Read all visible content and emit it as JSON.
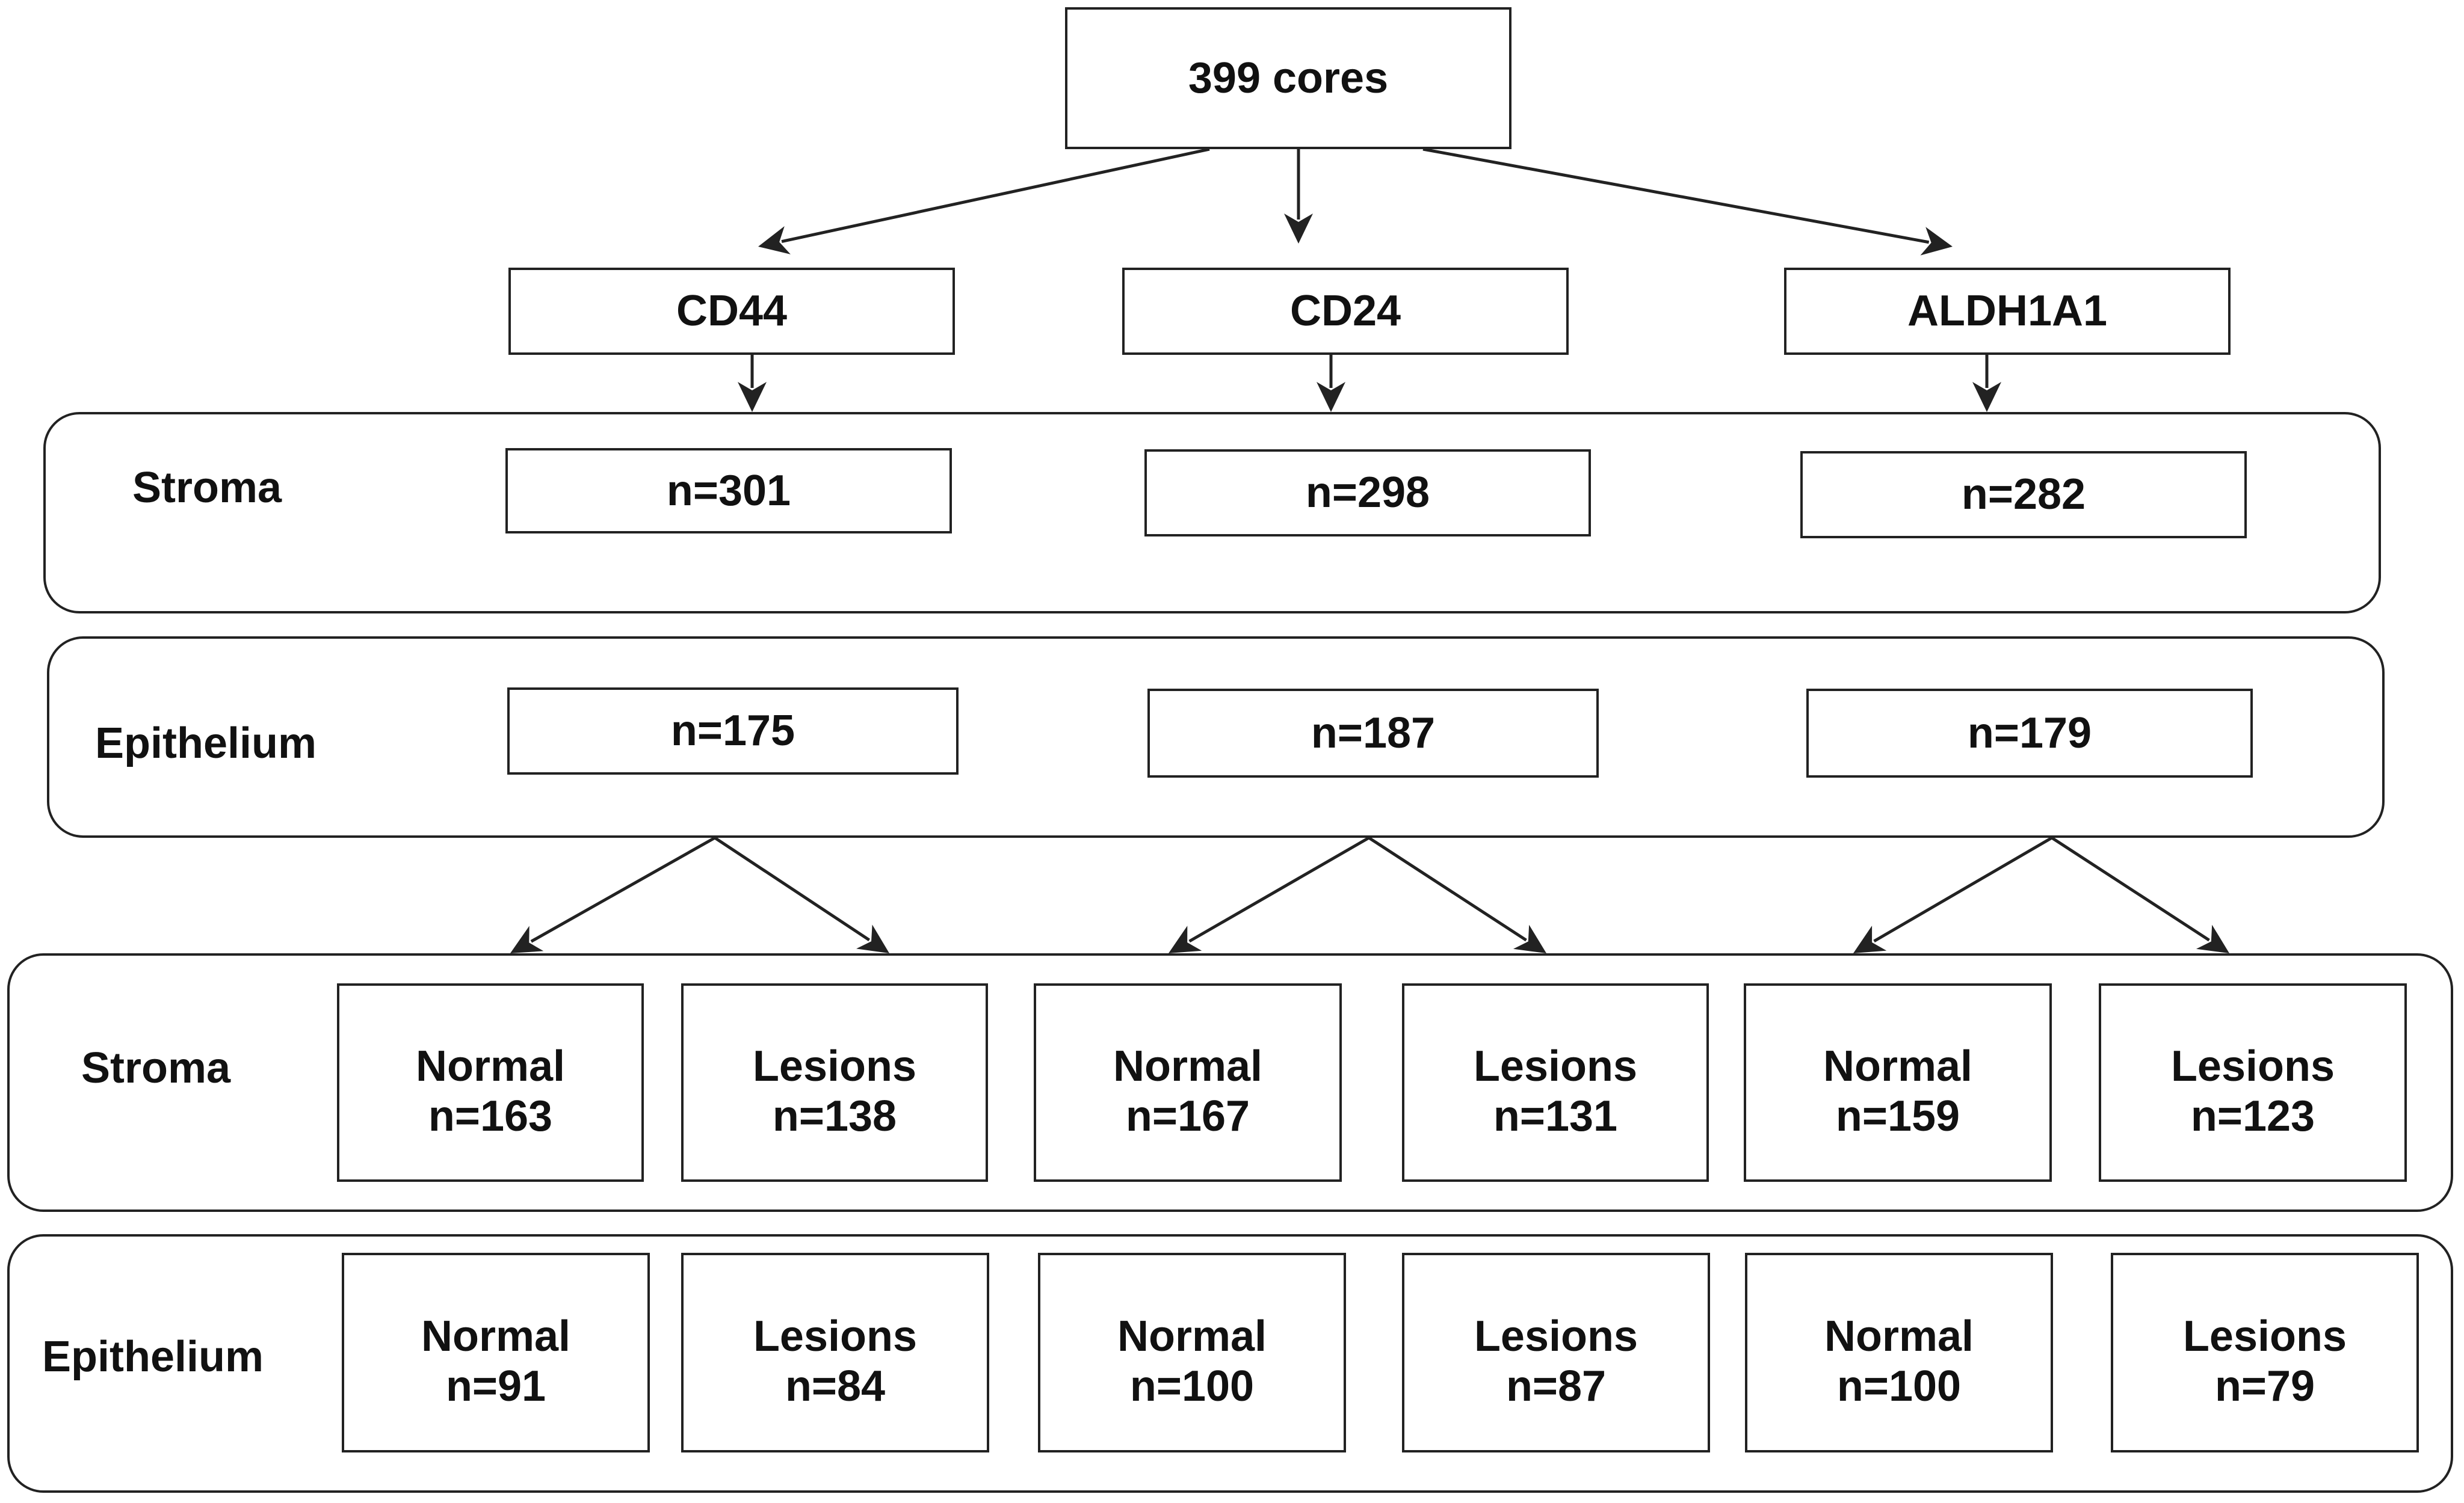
{
  "root": {
    "label": "399 cores"
  },
  "markers": [
    {
      "name": "CD44"
    },
    {
      "name": "CD24"
    },
    {
      "name": "ALDH1A1"
    }
  ],
  "stroma_band": {
    "label": "Stroma",
    "counts": [
      "n=301",
      "n=298",
      "n=282"
    ]
  },
  "epithelium_band": {
    "label": "Epithelium",
    "counts": [
      "n=175",
      "n=187",
      "n=179"
    ]
  },
  "stroma_split": {
    "label": "Stroma",
    "cells": [
      {
        "type": "Normal",
        "count": "n=163"
      },
      {
        "type": "Lesions",
        "count": "n=138"
      },
      {
        "type": "Normal",
        "count": "n=167"
      },
      {
        "type": "Lesions",
        "count": "n=131"
      },
      {
        "type": "Normal",
        "count": "n=159"
      },
      {
        "type": "Lesions",
        "count": "n=123"
      }
    ]
  },
  "epithelium_split": {
    "label": "Epithelium",
    "cells": [
      {
        "type": "Normal",
        "count": "n=91"
      },
      {
        "type": "Lesions",
        "count": "n=84"
      },
      {
        "type": "Normal",
        "count": "n=100"
      },
      {
        "type": "Lesions",
        "count": "n=87"
      },
      {
        "type": "Normal",
        "count": "n=100"
      },
      {
        "type": "Lesions",
        "count": "n=79"
      }
    ]
  }
}
